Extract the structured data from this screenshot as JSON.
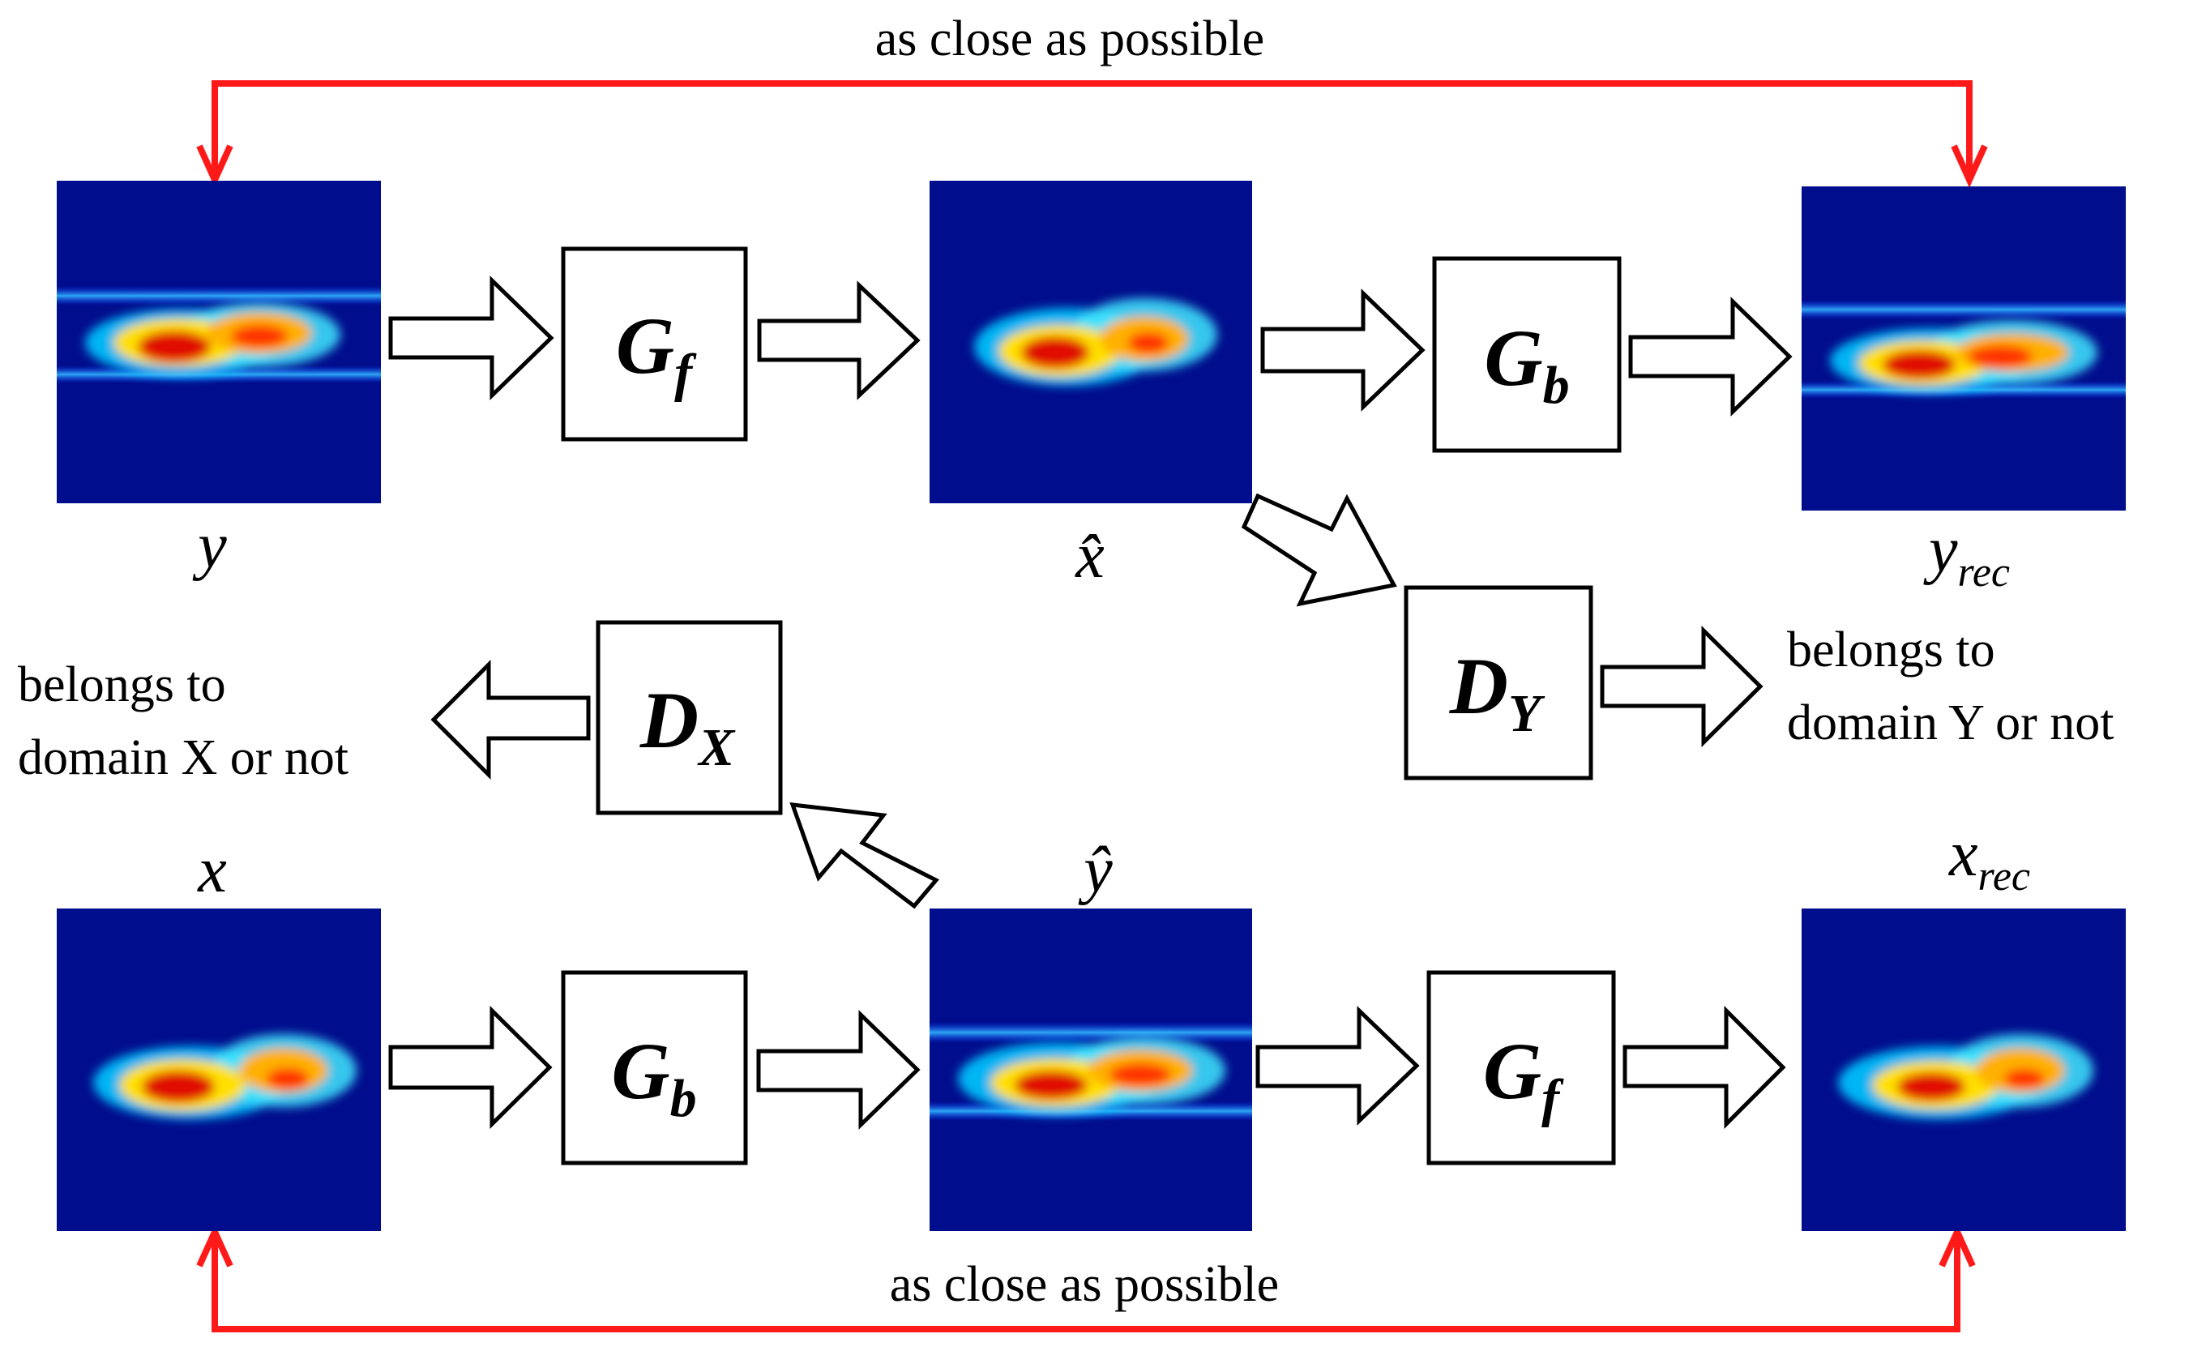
{
  "top_loop_label": "as close as possible",
  "bottom_loop_label": "as close as possible",
  "colors": {
    "loop_arrow": "#ff1a1a",
    "box_stroke": "#000000",
    "spectrogram_bg": "#000d8c"
  },
  "blocks": {
    "gf_top": {
      "main": "G",
      "sub": "f"
    },
    "gb_top": {
      "main": "G",
      "sub": "b"
    },
    "gb_bottom": {
      "main": "G",
      "sub": "b"
    },
    "gf_bottom": {
      "main": "G",
      "sub": "f"
    },
    "dy": {
      "main": "D",
      "sub": "Y"
    },
    "dx": {
      "main": "D",
      "sub": "X"
    }
  },
  "image_labels": {
    "y": {
      "main": "y",
      "sub": ""
    },
    "x_hat": {
      "main": "x̂",
      "sub": ""
    },
    "y_rec": {
      "main": "y",
      "sub": "rec"
    },
    "x": {
      "main": "x",
      "sub": ""
    },
    "y_hat": {
      "main": "ŷ",
      "sub": ""
    },
    "x_rec": {
      "main": "x",
      "sub": "rec"
    }
  },
  "discriminator_outputs": {
    "y": {
      "line1": "belongs to",
      "line2": "domain Y or not"
    },
    "x": {
      "line1": "belongs to",
      "line2": "domain X or not"
    }
  }
}
